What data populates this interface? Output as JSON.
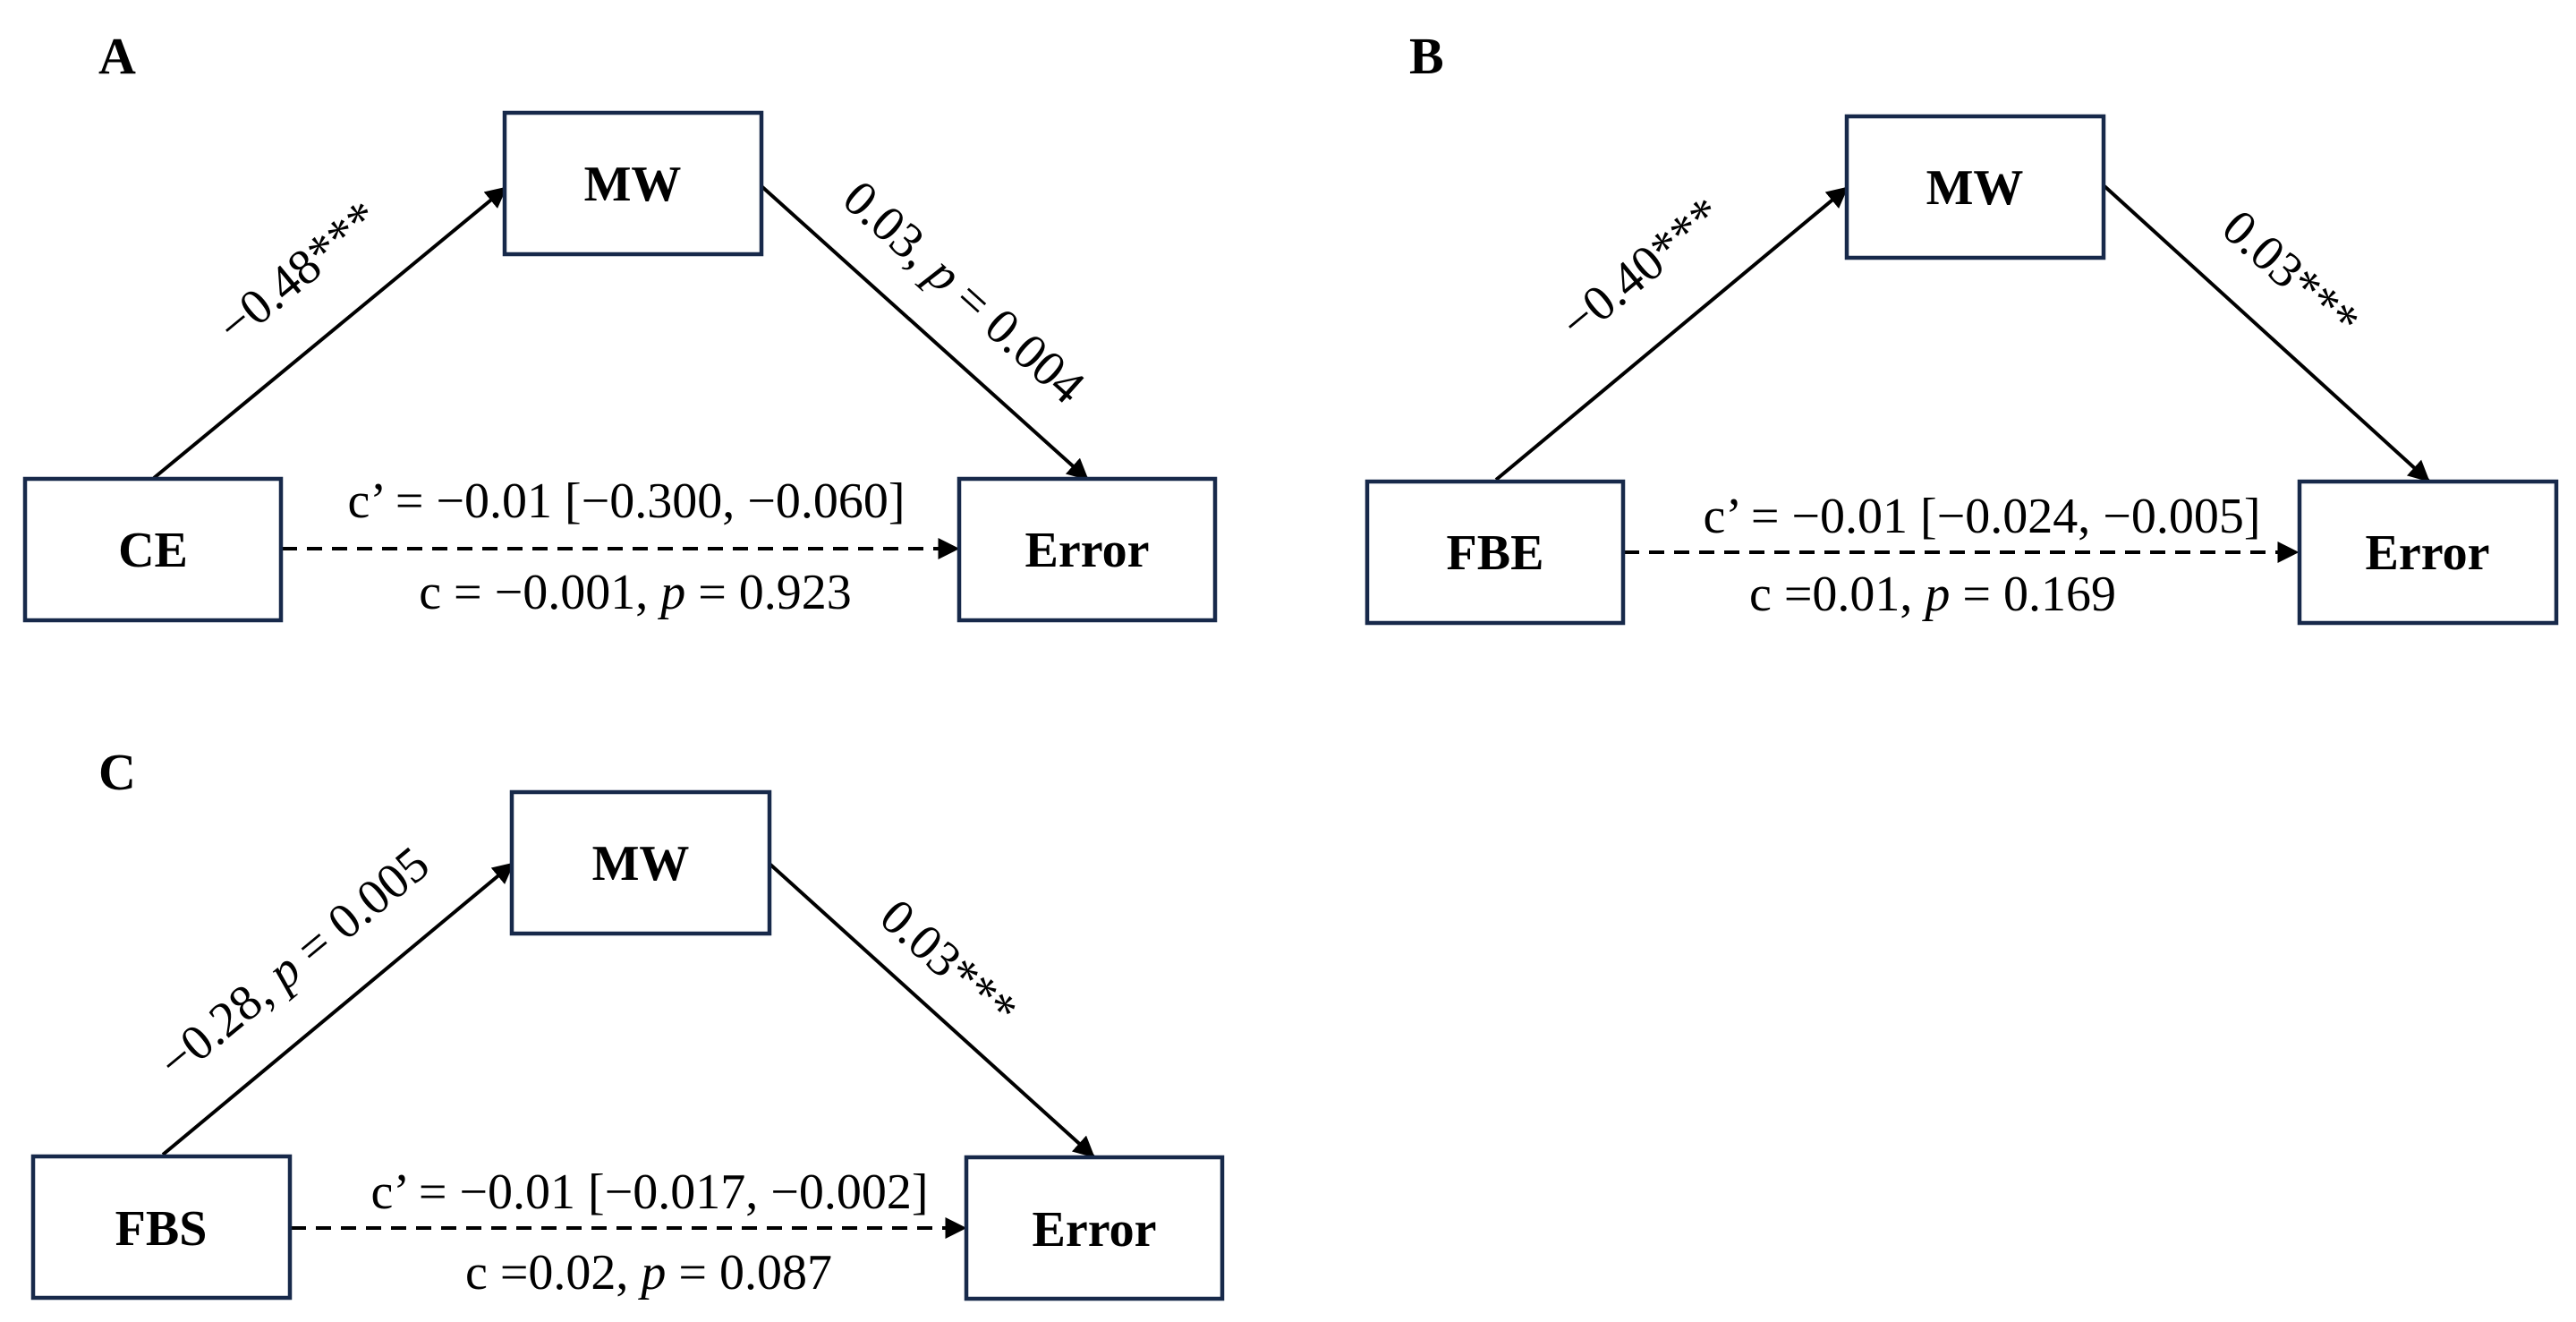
{
  "panels": {
    "A": {
      "letter": "A",
      "predictor": "CE",
      "mediator": "MW",
      "outcome": "Error",
      "a_path": "−0.48***",
      "b_path": {
        "coef": "0.03, ",
        "p_sym": "p",
        "p_rest": " = 0.004"
      },
      "indirect": "c’ = −0.01 [−0.300, −0.060]",
      "total": {
        "pre": "c = −0.001, ",
        "p_sym": "p",
        "rest": "  = 0.923"
      }
    },
    "B": {
      "letter": "B",
      "predictor": "FBE",
      "mediator": "MW",
      "outcome": "Error",
      "a_path": "−0.40***",
      "b_path": "0.03***",
      "indirect": "c’ = −0.01 [−0.024, −0.005]",
      "total": {
        "pre": "c =0.01, ",
        "p_sym": "p",
        "rest": " = 0.169"
      }
    },
    "C": {
      "letter": "C",
      "predictor": "FBS",
      "mediator": "MW",
      "outcome": "Error",
      "a_path": {
        "coef": "−0.28, ",
        "p_sym": "p",
        "p_rest": " = 0.005"
      },
      "b_path": "0.03***",
      "indirect": "c’ = −0.01 [−0.017, −0.002]",
      "total": {
        "pre": "c =0.02, ",
        "p_sym": "p",
        "rest": " = 0.087"
      }
    }
  }
}
